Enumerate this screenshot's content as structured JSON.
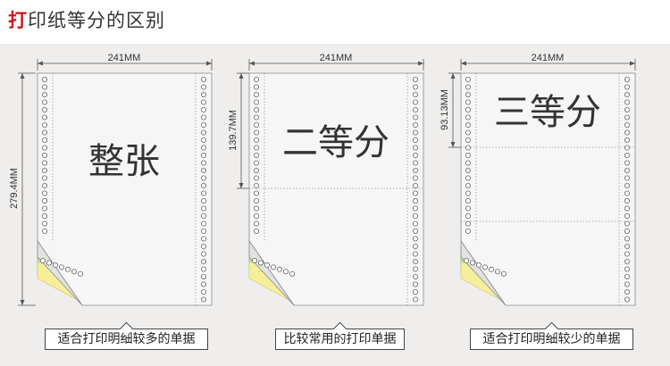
{
  "header": {
    "title_accent": "打",
    "title_rest": "印纸等分的区别"
  },
  "panels": [
    {
      "width_label": "241MM",
      "height_label": "279.4MM",
      "main_label": "整张",
      "caption": "适合打印明细较多的单据"
    },
    {
      "width_label": "241MM",
      "height_label": "139.7MM",
      "main_label": "二等分",
      "caption": "比较常用的打印单据"
    },
    {
      "width_label": "241MM",
      "height_label": "93.13MM",
      "main_label": "三等分",
      "caption": "适合打印明细较少的单据"
    }
  ],
  "colors": {
    "accent": "#d6141c",
    "paper": "#f6f6f6",
    "ply_pink": "#f2a9c6",
    "ply_blue": "#9fd0ee",
    "ply_green": "#b9e0a6",
    "ply_yellow": "#f6ef9a"
  }
}
